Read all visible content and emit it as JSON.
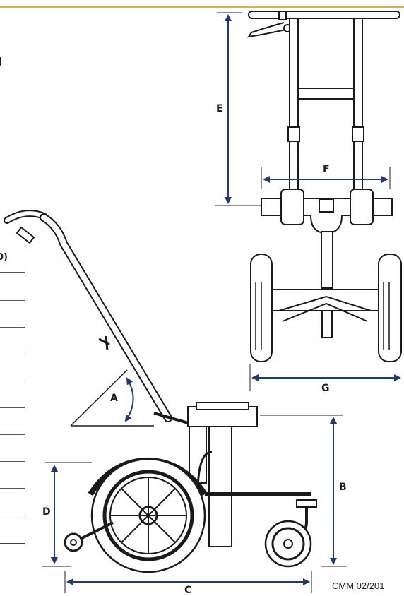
{
  "labels": {
    "A": "A",
    "B": "B",
    "C": "C",
    "D": "D",
    "E": "E",
    "F": "F",
    "G": "G"
  },
  "table": {
    "header_fragment": "0)",
    "row_count": 11
  },
  "stray_mark": "J",
  "footer": "CMM 02/201",
  "colors": {
    "accent": "#f0ac1c",
    "dimension_arrow": "#1f3a70",
    "line_art": "#1a1a1a"
  }
}
